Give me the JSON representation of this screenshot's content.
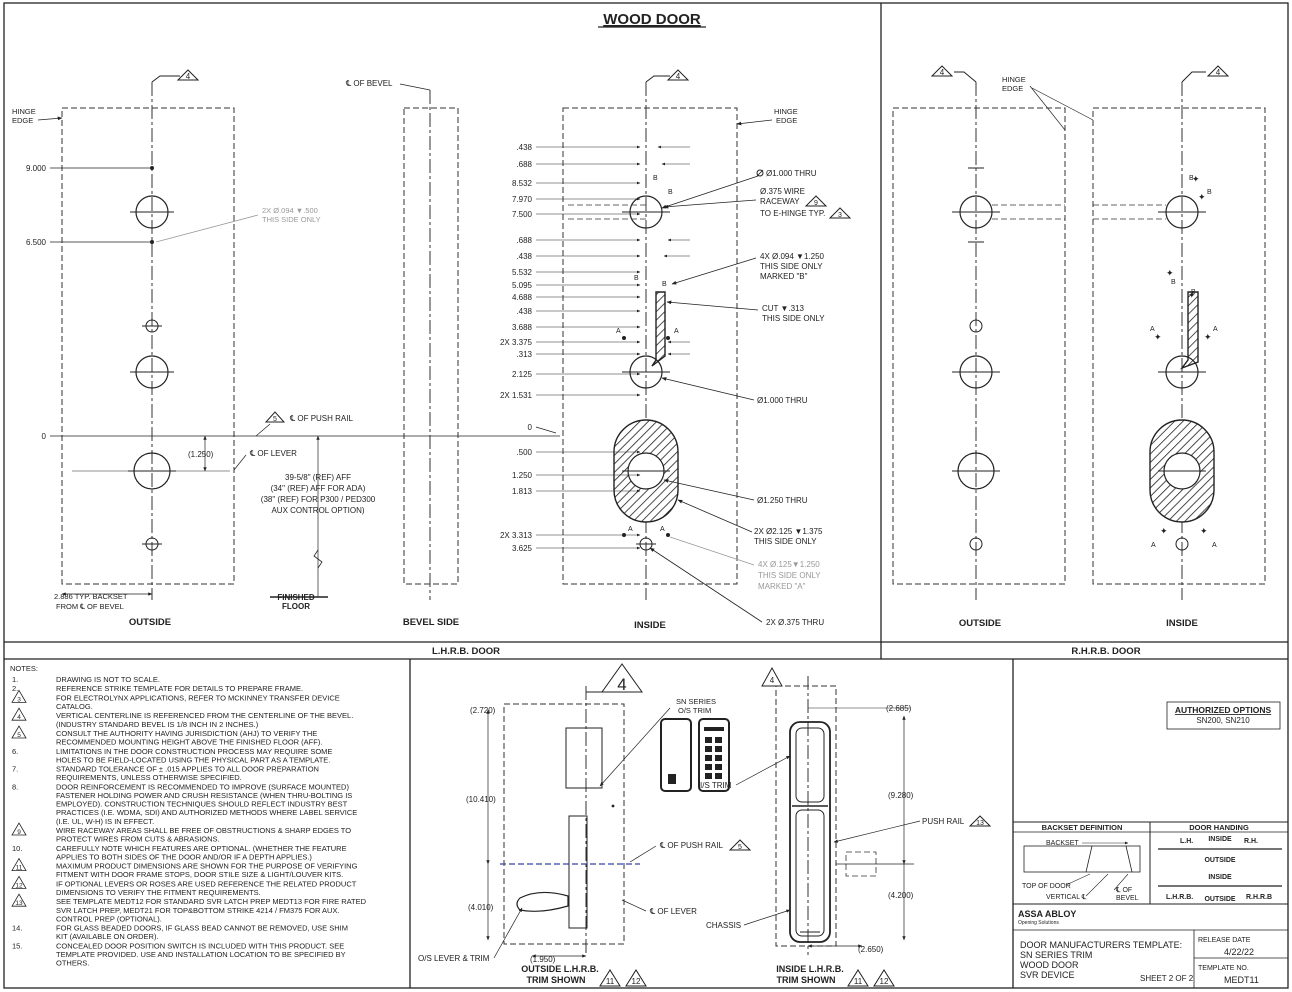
{
  "title": "WOOD DOOR",
  "top_left": {
    "hinge_edge": [
      "HINGE",
      "EDGE"
    ],
    "dims": [
      "9.000",
      "6.500",
      "0"
    ],
    "note_holes": [
      "2X Ø.094 ▼.500",
      "THIS SIDE ONLY"
    ],
    "bevel_cl": "℄ OF BEVEL",
    "push_rail": "℄ OF PUSH RAIL",
    "push_rail_tri": "5",
    "lever_cl": "℄ OF LEVER",
    "lever_dim": "(1.250)",
    "aff_lines": [
      "39-5/8\" (REF) AFF",
      "(34\" (REF) AFF FOR ADA)",
      "(38\" (REF) FOR P300 / PED300",
      "AUX CONTROL OPTION)"
    ],
    "backset": [
      "2.886 TYP. BACKSET",
      "FROM ℄ OF BEVEL"
    ],
    "finished_floor": [
      "FINISHED",
      "FLOOR"
    ],
    "labels": {
      "outside": "OUTSIDE",
      "bevel_side": "BEVEL SIDE",
      "inside": "INSIDE"
    },
    "tri4": "4"
  },
  "inside_view": {
    "hinge_edge": [
      "HINGE",
      "EDGE"
    ],
    "dims_upper": [
      ".438",
      ".688",
      "8.532",
      "7.970",
      "7.500",
      ".688",
      ".438",
      "5.532",
      "5.095",
      "4.688",
      ".438",
      "3.688",
      "2X 3.375",
      ".313",
      "2.125",
      "2X 1.531"
    ],
    "dims_lower": [
      "0",
      ".500",
      "1.250",
      "1.813",
      "2X 3.313",
      "3.625"
    ],
    "callouts": {
      "thru1": "Ø1.000 THRU",
      "raceway": [
        "Ø.375 WIRE",
        "RACEWAY",
        "TO E-HINGE TYP."
      ],
      "raceway_tri": "9",
      "raceway_tri2": "3",
      "holes_b": [
        "4X Ø.094 ▼1.250",
        "THIS SIDE ONLY",
        "MARKED \"B\""
      ],
      "cut": [
        "CUT ▼.313",
        "THIS SIDE ONLY"
      ],
      "thru2": "Ø1.000 THRU",
      "thru3": "Ø1.250 THRU",
      "holes_2125": [
        "2X Ø2.125 ▼1.375",
        "THIS SIDE ONLY"
      ],
      "holes_a": [
        "4X Ø.125▼1.250",
        "THIS SIDE ONLY",
        "MARKED \"A\""
      ],
      "thru375": "2X Ø.375 THRU"
    },
    "marks": {
      "a": "A",
      "b": "B"
    }
  },
  "rhrb": {
    "hinge_edge": [
      "HINGE",
      "EDGE"
    ],
    "outside": "OUTSIDE",
    "inside": "INSIDE"
  },
  "band": {
    "lhrb": "L.H.R.B. DOOR",
    "rhrb": "R.H.R.B. DOOR"
  },
  "notes": {
    "heading": "NOTES:",
    "items": [
      {
        "n": "1.",
        "tri": false,
        "lines": [
          "DRAWING IS NOT TO SCALE."
        ]
      },
      {
        "n": "2.",
        "tri": false,
        "lines": [
          "REFERENCE STRIKE TEMPLATE FOR DETAILS TO PREPARE FRAME."
        ]
      },
      {
        "n": "3",
        "tri": true,
        "lines": [
          "FOR ELECTROLYNX APPLICATIONS, REFER TO MCKINNEY TRANSFER DEVICE",
          "CATALOG."
        ]
      },
      {
        "n": "4",
        "tri": true,
        "lines": [
          "VERTICAL CENTERLINE IS REFERENCED FROM THE CENTERLINE OF THE BEVEL.",
          "(INDUSTRY STANDARD BEVEL IS 1/8 INCH IN 2 INCHES.)"
        ]
      },
      {
        "n": "5",
        "tri": true,
        "lines": [
          "CONSULT THE AUTHORITY HAVING JURISDICTION (AHJ) TO VERIFY THE",
          "RECOMMENDED MOUNTING HEIGHT ABOVE THE FINISHED FLOOR (AFF)."
        ]
      },
      {
        "n": "6.",
        "tri": false,
        "lines": [
          "LIMITATIONS IN THE DOOR CONSTRUCTION PROCESS MAY REQUIRE SOME",
          "HOLES TO BE FIELD-LOCATED USING THE PHYSICAL PART AS A TEMPLATE."
        ]
      },
      {
        "n": "7.",
        "tri": false,
        "lines": [
          "STANDARD TOLERANCE OF ± .015 APPLIES TO ALL DOOR PREPARATION",
          "REQUIREMENTS, UNLESS OTHERWISE SPECIFIED."
        ]
      },
      {
        "n": "8.",
        "tri": false,
        "lines": [
          "DOOR REINFORCEMENT IS RECOMMENDED TO IMPROVE (SURFACE MOUNTED)",
          "FASTENER HOLDING POWER AND CRUSH RESISTANCE (WHEN THRU-BOLTING IS",
          "EMPLOYED). CONSTRUCTION TECHNIQUES SHOULD REFLECT INDUSTRY BEST",
          "PRACTICES (I.E. WDMA, SDI) AND AUTHORIZED METHODS WHERE LABEL SERVICE",
          "(I.E. UL, W-H) IS IN EFFECT."
        ]
      },
      {
        "n": "9",
        "tri": true,
        "lines": [
          "WIRE RACEWAY AREAS SHALL BE FREE OF OBSTRUCTIONS & SHARP EDGES TO",
          "PROTECT WIRES FROM CUTS & ABRASIONS."
        ]
      },
      {
        "n": "10.",
        "tri": false,
        "lines": [
          "CAREFULLY NOTE WHICH FEATURES ARE OPTIONAL. (WHETHER THE FEATURE",
          "APPLIES TO BOTH SIDES OF THE DOOR AND/OR IF A DEPTH APPLIES.)"
        ]
      },
      {
        "n": "11",
        "tri": true,
        "lines": [
          "MAXIMUM PRODUCT DIMENSIONS ARE SHOWN FOR THE PURPOSE OF VERIFYING",
          "FITMENT WITH DOOR FRAME STOPS, DOOR STILE SIZE & LIGHT/LOUVER KITS."
        ]
      },
      {
        "n": "12",
        "tri": true,
        "lines": [
          "IF OPTIONAL LEVERS OR ROSES ARE USED REFERENCE THE RELATED PRODUCT",
          "DIMENSIONS TO VERIFY THE FITMENT REQUIREMENTS."
        ]
      },
      {
        "n": "13",
        "tri": true,
        "lines": [
          "SEE TEMPLATE MEDT12 FOR STANDARD SVR LATCH PREP MEDT13 FOR FIRE RATED",
          "SVR LATCH PREP, MEDT21 FOR TOP&BOTTOM STRIKE 4214 / FM375 FOR AUX.",
          "CONTROL PREP (OPTIONAL)."
        ]
      },
      {
        "n": "14.",
        "tri": false,
        "lines": [
          "FOR GLASS BEADED DOORS, IF GLASS BEAD CANNOT BE REMOVED, USE SHIM",
          "KIT (AVAILABLE ON ORDER)."
        ]
      },
      {
        "n": "15.",
        "tri": false,
        "lines": [
          "CONCEALED DOOR POSITION SWITCH IS INCLUDED WITH THIS PRODUCT. SEE",
          "TEMPLATE PROVIDED. USE AND INSTALLATION LOCATION TO BE SPECIFIED BY",
          "OTHERS."
        ]
      }
    ]
  },
  "trim": {
    "dims_out": [
      "(2.720)",
      "(10.410)",
      "(4.010)",
      "(1.950)"
    ],
    "dims_in": [
      "(2.685)",
      "(9.280)",
      "(4.200)",
      "(2.650)"
    ],
    "sn_series": [
      "SN SERIES",
      "O/S TRIM"
    ],
    "is_trim": "I/S TRIM",
    "push_rail": "PUSH RAIL",
    "push_rail_tri": "13",
    "cl_push_rail": "℄ OF PUSH RAIL",
    "cl_push_tri": "5",
    "cl_lever": "℄ OF LEVER",
    "chassis": "CHASSIS",
    "os_lever": "O/S LEVER & TRIM",
    "outside_shown": [
      "OUTSIDE L.H.R.B.",
      "TRIM SHOWN"
    ],
    "inside_shown": [
      "INSIDE L.H.R.B.",
      "TRIM SHOWN"
    ],
    "tri11": "11",
    "tri12": "12",
    "tri4": "4"
  },
  "title_block": {
    "authorized_title": "AUTHORIZED OPTIONS",
    "authorized_values": "SN200, SN210",
    "backset_def": "BACKSET DEFINITION",
    "door_handing": "DOOR HANDING",
    "backset_label": "BACKSET",
    "top_of_door": "TOP OF DOOR",
    "vertical_cl": "VERTICAL ℄",
    "cl_of_bevel": [
      "℄ OF",
      "BEVEL"
    ],
    "handing": {
      "lh": "L.H.",
      "rh": "R.H.",
      "inside": "INSIDE",
      "outside": "OUTSIDE",
      "lhrb": "L.H.R.B.",
      "rhrb": "R.H.R.B"
    },
    "company": "ASSA ABLOY",
    "company_sub": "Opening Solutions",
    "template_title": [
      "DOOR MANUFACTURERS TEMPLATE:",
      "SN SERIES TRIM",
      "WOOD DOOR",
      "SVR DEVICE"
    ],
    "sheet": "SHEET 2 OF 2",
    "release_label": "RELEASE DATE",
    "release_date": "4/22/22",
    "template_no_label": "TEMPLATE NO.",
    "template_no": "MEDT11"
  }
}
